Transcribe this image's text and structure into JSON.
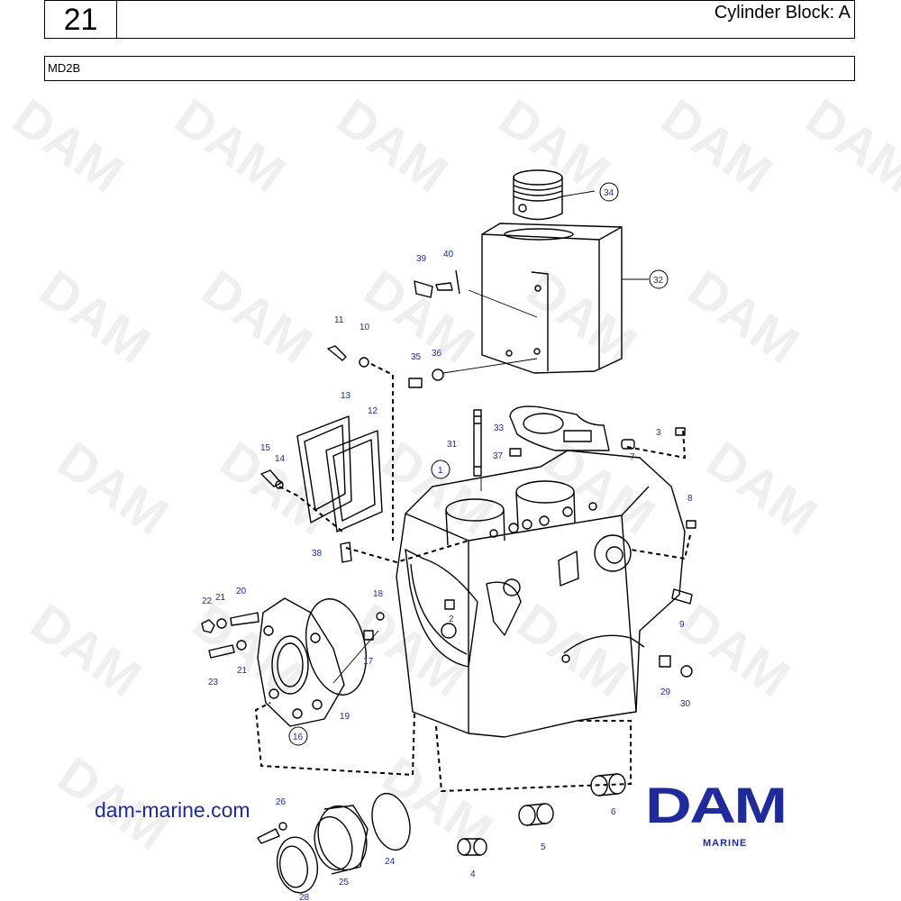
{
  "header": {
    "page_number": "21",
    "title": "Cylinder Block: A"
  },
  "model": {
    "label": "MD2B"
  },
  "watermark": {
    "text": "DAM"
  },
  "branding": {
    "website": "dam-marine.com",
    "logo": "DAM",
    "logo_sub": "MARINE",
    "color": "#1f2a9b"
  },
  "callouts": {
    "c1": "1",
    "c2": "2",
    "c3": "3",
    "c4": "4",
    "c5": "5",
    "c6": "6",
    "c7": "7",
    "c8": "8",
    "c9": "9",
    "c10": "10",
    "c11": "11",
    "c12": "12",
    "c13": "13",
    "c14": "14",
    "c15": "15",
    "c16": "16",
    "c17": "17",
    "c18": "18",
    "c19": "19",
    "c20": "20",
    "c21a": "21",
    "c21b": "21",
    "c22": "22",
    "c23": "23",
    "c24": "24",
    "c25": "25",
    "c26": "26",
    "c28": "28",
    "c29": "29",
    "c30": "30",
    "c31": "31",
    "c32": "32",
    "c33": "33",
    "c34": "34",
    "c35": "35",
    "c36": "36",
    "c37": "37",
    "c38": "38",
    "c39": "39",
    "c40": "40"
  }
}
